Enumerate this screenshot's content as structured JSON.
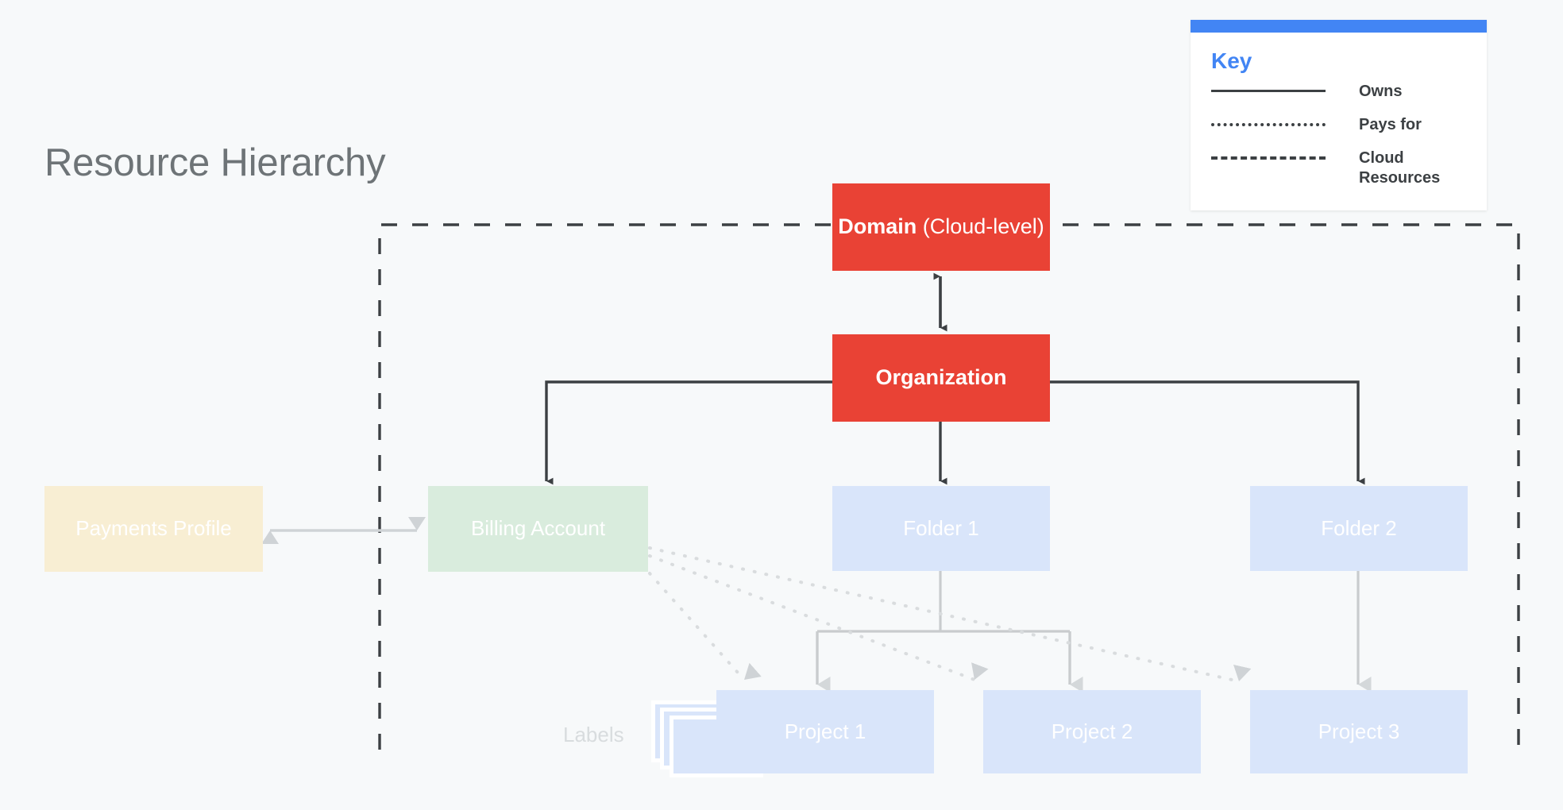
{
  "page": {
    "title": "Resource Hierarchy",
    "background_color": "#f7f9fa"
  },
  "colors": {
    "red": "#e94235",
    "blue_accent": "#4285f4",
    "box_blue": "#d9e5fa",
    "box_green": "#d9ecdd",
    "box_yellow": "#f8eed3",
    "line_dark": "#3c4043",
    "line_light": "#c9ccce",
    "title_gray": "#6e7477"
  },
  "key": {
    "title": "Key",
    "rows": [
      {
        "style": "solid",
        "label": "Owns"
      },
      {
        "style": "dotted",
        "label": "Pays for"
      },
      {
        "style": "dashed",
        "label": "Cloud Resources"
      }
    ]
  },
  "nodes": {
    "domain": {
      "bold_text": "Domain",
      "rest_text": " (Cloud-level)"
    },
    "organization": {
      "label": "Organization"
    },
    "payments_profile": {
      "label": "Payments Profile"
    },
    "billing_account": {
      "label": "Billing Account"
    },
    "folder1": {
      "label": "Folder 1"
    },
    "folder2": {
      "label": "Folder 2"
    },
    "project1": {
      "label": "Project 1"
    },
    "project2": {
      "label": "Project 2"
    },
    "project3": {
      "label": "Project 3"
    },
    "labels": {
      "label": "Labels"
    }
  },
  "cloud_resources_boundary": {
    "label": "Cloud Resources"
  }
}
